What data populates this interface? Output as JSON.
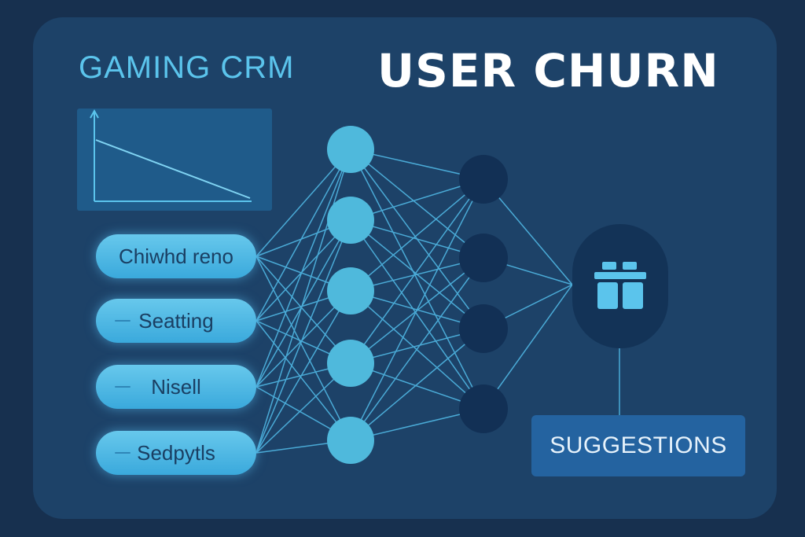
{
  "header": {
    "brand": "GAMING CRM",
    "title": "USER CHURN"
  },
  "inputs": [
    {
      "label": "Chiwhd reno"
    },
    {
      "label": "Seatting"
    },
    {
      "label": "Nisell"
    },
    {
      "label": "Sedpytls"
    }
  ],
  "output": {
    "icon": "gift-icon",
    "action_label": "SUGGESTIONS"
  },
  "colors": {
    "background": "#17304f",
    "panel": "#1d4268",
    "accent": "#5bc4ec",
    "dark_node": "#123055",
    "suggestions_box": "#2463a0"
  }
}
